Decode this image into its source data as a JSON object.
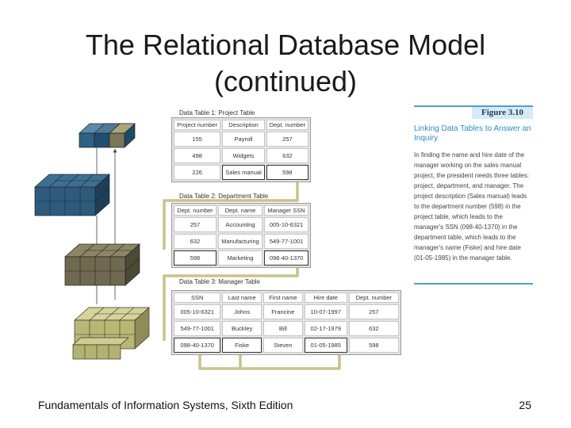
{
  "slide": {
    "title_line1": "The Relational Database Model",
    "title_line2": "(continued)",
    "footer": "Fundamentals of Information Systems, Sixth Edition",
    "page_number": "25"
  },
  "figure": {
    "label": "Figure 3.10",
    "heading": "Linking Data Tables to Answer an Inquiry",
    "body": "In finding the name and hire date of the manager working on the sales manual project, the president needs three tables: project, department, and manager. The project description (Sales manual) leads to the department number (598) in the project table, which leads to the manager's SSN (098-40-1370) in the department table, which leads to the manager's name (Fiske) and hire date (01-05-1985) in the manager table."
  },
  "project_table": {
    "caption": "Data Table 1: Project Table",
    "headers": [
      "Project number",
      "Description",
      "Dept. number"
    ],
    "rows": [
      [
        "155",
        "Payroll",
        "257"
      ],
      [
        "498",
        "Widgets",
        "632"
      ],
      [
        "226",
        "Sales manual",
        "598"
      ]
    ]
  },
  "department_table": {
    "caption": "Data Table 2: Department Table",
    "headers": [
      "Dept. number",
      "Dept. name",
      "Manager SSN"
    ],
    "rows": [
      [
        "257",
        "Accounting",
        "005-10-6321"
      ],
      [
        "632",
        "Manufacturing",
        "549-77-1001"
      ],
      [
        "598",
        "Marketing",
        "098-40-1370"
      ]
    ]
  },
  "manager_table": {
    "caption": "Data Table 3: Manager Table",
    "headers": [
      "SSN",
      "Last name",
      "First name",
      "Hire date",
      "Dept. number"
    ],
    "rows": [
      [
        "005-10-6321",
        "Johns",
        "Francine",
        "10-07-1997",
        "257"
      ],
      [
        "549-77-1001",
        "Buckley",
        "Bill",
        "02-17-1979",
        "632"
      ],
      [
        "098-40-1370",
        "Fiske",
        "Steven",
        "01-05-1985",
        "598"
      ]
    ]
  },
  "colors": {
    "project_cubes": "#2e6283",
    "department_cubes": "#2f5a7c",
    "manager_cubes": "#6f6a4f",
    "field_cubes": "#b9b774",
    "link_lines": "#c8c38a",
    "figure_accent": "#4aa2c8"
  }
}
